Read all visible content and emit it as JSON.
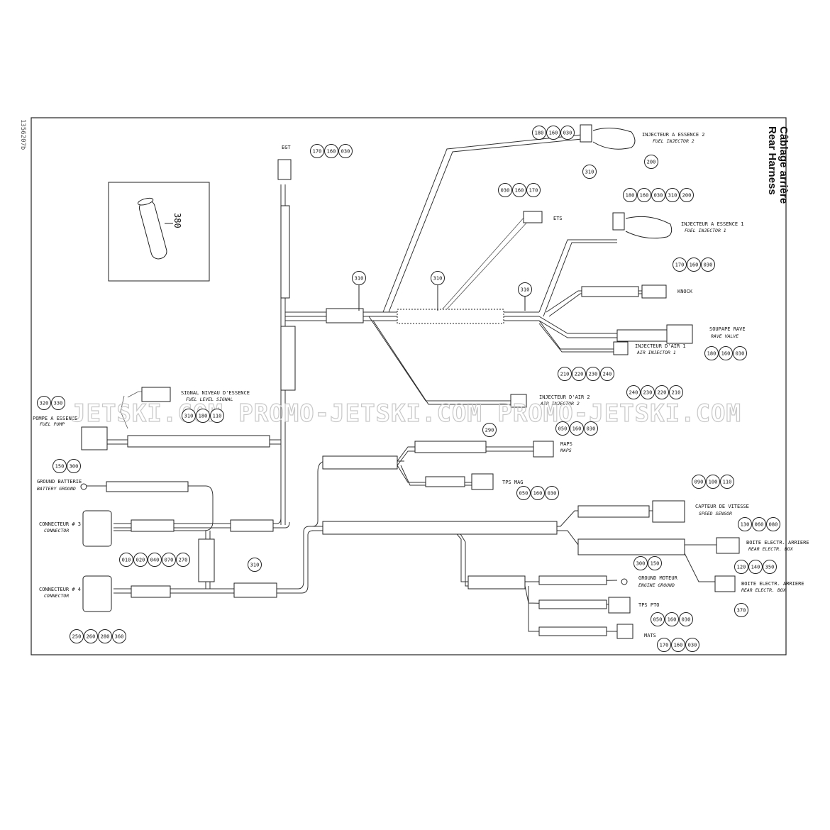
{
  "sheet_id": "1356207b",
  "title": {
    "en": "Rear Harness",
    "fr": "Câblage arrière"
  },
  "watermark": "JETSKI.COM PROMO-JETSKI.COM PROMO-JETSKI.COM",
  "detail_part": "380",
  "components": {
    "egt": "EGT",
    "ets": "ETS",
    "fuel_injector_2_fr": "INJECTEUR A ESSENCE 2",
    "fuel_injector_2_en": "FUEL INJECTOR 2",
    "fuel_injector_1_fr": "INJECTEUR A ESSENCE 1",
    "fuel_injector_1_en": "FUEL INJECTOR 1",
    "knock": "KNOCK",
    "rave_valve_fr": "SOUPAPE RAVE",
    "rave_valve_en": "RAVE VALVE",
    "air_injector_1_fr": "INJECTEUR D'AIR 1",
    "air_injector_1_en": "AIR INJECTOR 1",
    "air_injector_2_fr": "INJECTEUR D'AIR 2",
    "air_injector_2_en": "AIR INJECTOR 2",
    "fuel_level_fr": "SIGNAL NIVEAU D'ESSENCE",
    "fuel_level_en": "FUEL LEVEL SIGNAL",
    "fuel_pump_fr": "POMPE A ESSENCE",
    "fuel_pump_en": "FUEL PUMP",
    "battery_ground_fr": "GROUND BATTERIE",
    "battery_ground_en": "BATTERY GROUND",
    "connector3_fr": "CONNECTEUR # 3",
    "connector3_en": "CONNECTOR",
    "connector4_fr": "CONNECTEUR # 4",
    "connector4_en": "CONNECTOR",
    "maps_fr": "MAPS",
    "maps_en": "MAPS",
    "tps_mag": "TPS MAG",
    "speed_sensor_fr": "CAPTEUR DE VITESSE",
    "speed_sensor_en": "SPEED SENSOR",
    "rear_box_a_fr": "BOITE ELECTR. ARRIERE",
    "rear_box_a_en": "REAR ELECTR. BOX",
    "rear_box_b_fr": "BOITE ELECTR. ARRIERE",
    "rear_box_b_en": "REAR ELECTR. BOX",
    "engine_ground_fr": "GROUND MOTEUR",
    "engine_ground_en": "ENGINE GROUND",
    "tps_pto": "TPS PTO",
    "mats": "MATS"
  },
  "callouts": {
    "fi2_refs": [
      "180",
      "160",
      "030"
    ],
    "fi2_310": "310",
    "fi2_200": "200",
    "egt_refs": [
      "170",
      "160",
      "030"
    ],
    "ets_refs": [
      "030",
      "160",
      "170"
    ],
    "fi1_refs": [
      "180",
      "160",
      "030",
      "310",
      "200"
    ],
    "knock_refs": [
      "170",
      "160",
      "030"
    ],
    "rave_refs": [
      "180",
      "160",
      "030"
    ],
    "ai1_refs": [
      "240",
      "230",
      "220",
      "210"
    ],
    "ai2_refs": [
      "210",
      "220",
      "230",
      "240"
    ],
    "clip_refs": [
      "310",
      "310",
      "310"
    ],
    "fuel_pump_refs": [
      "320",
      "330"
    ],
    "fuel_level_refs": [
      "310",
      "180",
      "110"
    ],
    "battery_refs": [
      "150",
      "300"
    ],
    "maps_290": "290",
    "maps_refs": [
      "050",
      "160",
      "030"
    ],
    "tps_mag_refs": [
      "050",
      "160",
      "030"
    ],
    "speed_refs": [
      "090",
      "100",
      "110"
    ],
    "rear_box_a_refs": [
      "130",
      "060",
      "080"
    ],
    "rear_box_b_refs": [
      "120",
      "140",
      "350"
    ],
    "rear_box_b_370": "370",
    "engine_ground_refs": [
      "300",
      "150"
    ],
    "tps_pto_refs": [
      "050",
      "160",
      "030"
    ],
    "mats_refs": [
      "170",
      "160",
      "030"
    ],
    "conn3_refs": [
      "010",
      "020",
      "040",
      "070",
      "270"
    ],
    "conn4_refs": [
      "250",
      "260",
      "280",
      "360"
    ],
    "conn4_310": "310"
  }
}
